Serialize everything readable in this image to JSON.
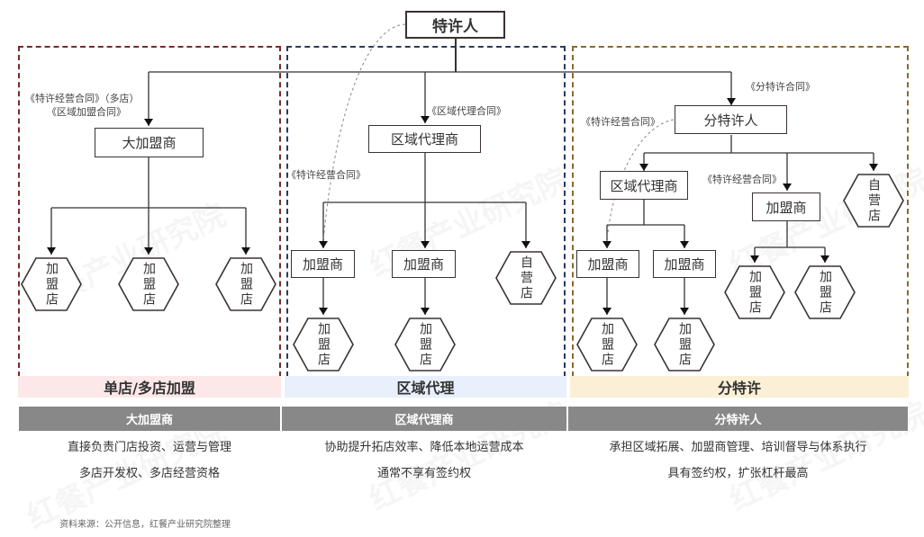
{
  "top_node": "特许人",
  "sections": [
    {
      "band_label": "单店/多店加盟",
      "band_color": "#fce8e8",
      "border_color": "#7a2a2a",
      "role_header": "大加盟商",
      "desc": [
        "直接负责门店投资、运营与管理",
        "多店开发权、多店经营资格"
      ],
      "contract_label_1": "《特许经营合同》（多店）",
      "contract_label_2": "《区域加盟合同》",
      "node": "大加盟商",
      "stores": [
        "加盟店",
        "加盟店",
        "加盟店"
      ]
    },
    {
      "band_label": "区域代理",
      "band_color": "#e8f0fc",
      "border_color": "#2a3a5a",
      "role_header": "区域代理商",
      "desc": [
        "协助提升拓店效率、降低本地运营成本",
        "通常不享有签约权"
      ],
      "contract_label": "《区域代理合同》",
      "contract_label_franchise": "《特许经营合同》",
      "node": "区域代理商",
      "sub_nodes": [
        "加盟商",
        "加盟商"
      ],
      "self_store": "自营店",
      "stores": [
        "加盟店",
        "加盟店"
      ]
    },
    {
      "band_label": "分特许",
      "band_color": "#fbefd6",
      "border_color": "#8a6a2a",
      "role_header": "分特许人",
      "desc": [
        "承担区域拓展、加盟商管理、培训督导与体系执行",
        "具有签约权，扩张杠杆最高"
      ],
      "contract_label": "《分特许合同》",
      "contract_label_franchise_left": "《特许经营合同》",
      "contract_label_franchise_right": "《特许经营合同》",
      "node": "分特许人",
      "agent_node": "区域代理商",
      "franchisee_node": "加盟商",
      "sub_nodes": [
        "加盟商",
        "加盟商"
      ],
      "self_store": "自营店",
      "stores": [
        "加盟店",
        "加盟店",
        "加盟店",
        "加盟店"
      ]
    }
  ],
  "source": "资料来源：公开信息，红餐产业研究院整理",
  "watermark": "红餐产业研究院"
}
